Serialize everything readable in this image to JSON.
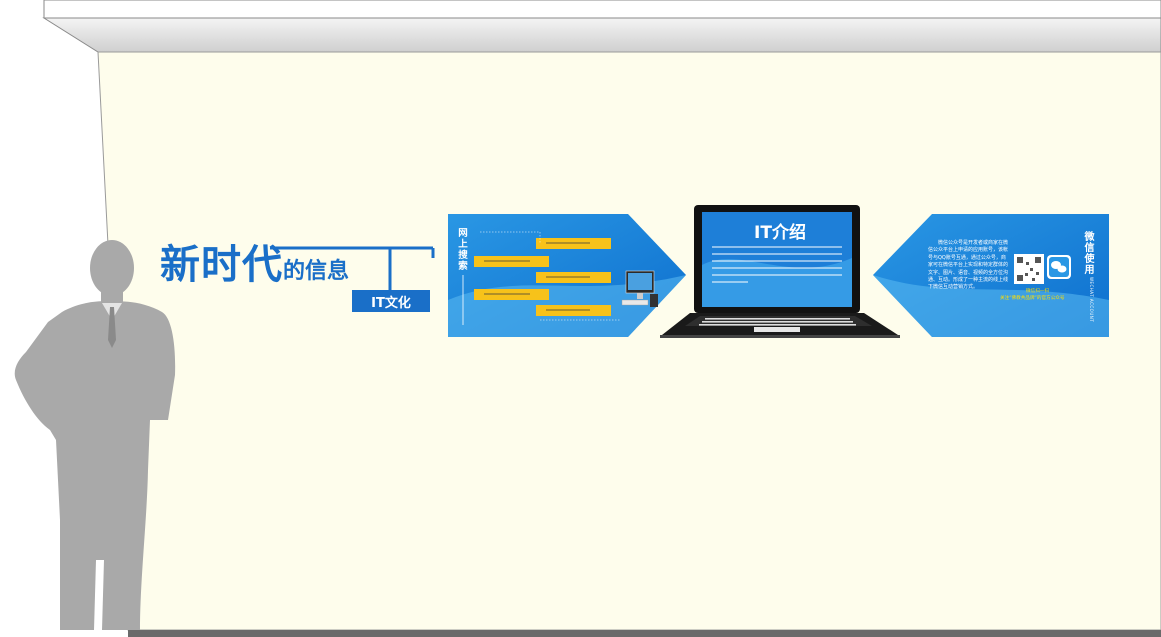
{
  "headline": {
    "main": "新时代",
    "sub": "的信息"
  },
  "it_culture_label": "IT文化",
  "left_panel": {
    "title": "网上搜索"
  },
  "laptop": {
    "screen_title": "IT介绍"
  },
  "right_panel": {
    "title": "微信使用",
    "body": "微信公众号是开发者或商家在微信公众平台上申请的应用账号，该帐号与QQ账号互通，通过公众号，商家可在微信平台上实现和特定群体的文字、图片、语音、视频的全方位沟通、互动。形成了一种主流的线上线下微信互动营销方式。",
    "qr_caption": "微信扫一扫",
    "follow_caption": "关注“佛教共品牌”的官方公众号",
    "vertical_english": "WECHAT ACCOUNT"
  },
  "colors": {
    "wall": "#fefdec",
    "ceiling": "#e6e6e6",
    "floor": "#6a6a6a",
    "brand_blue": "#1a6fc8",
    "panel_blue": "#2d9ee8",
    "panel_light": "#5bbcf2",
    "tag_yellow": "#f7c21a",
    "silhouette": "#a9a9a9"
  }
}
